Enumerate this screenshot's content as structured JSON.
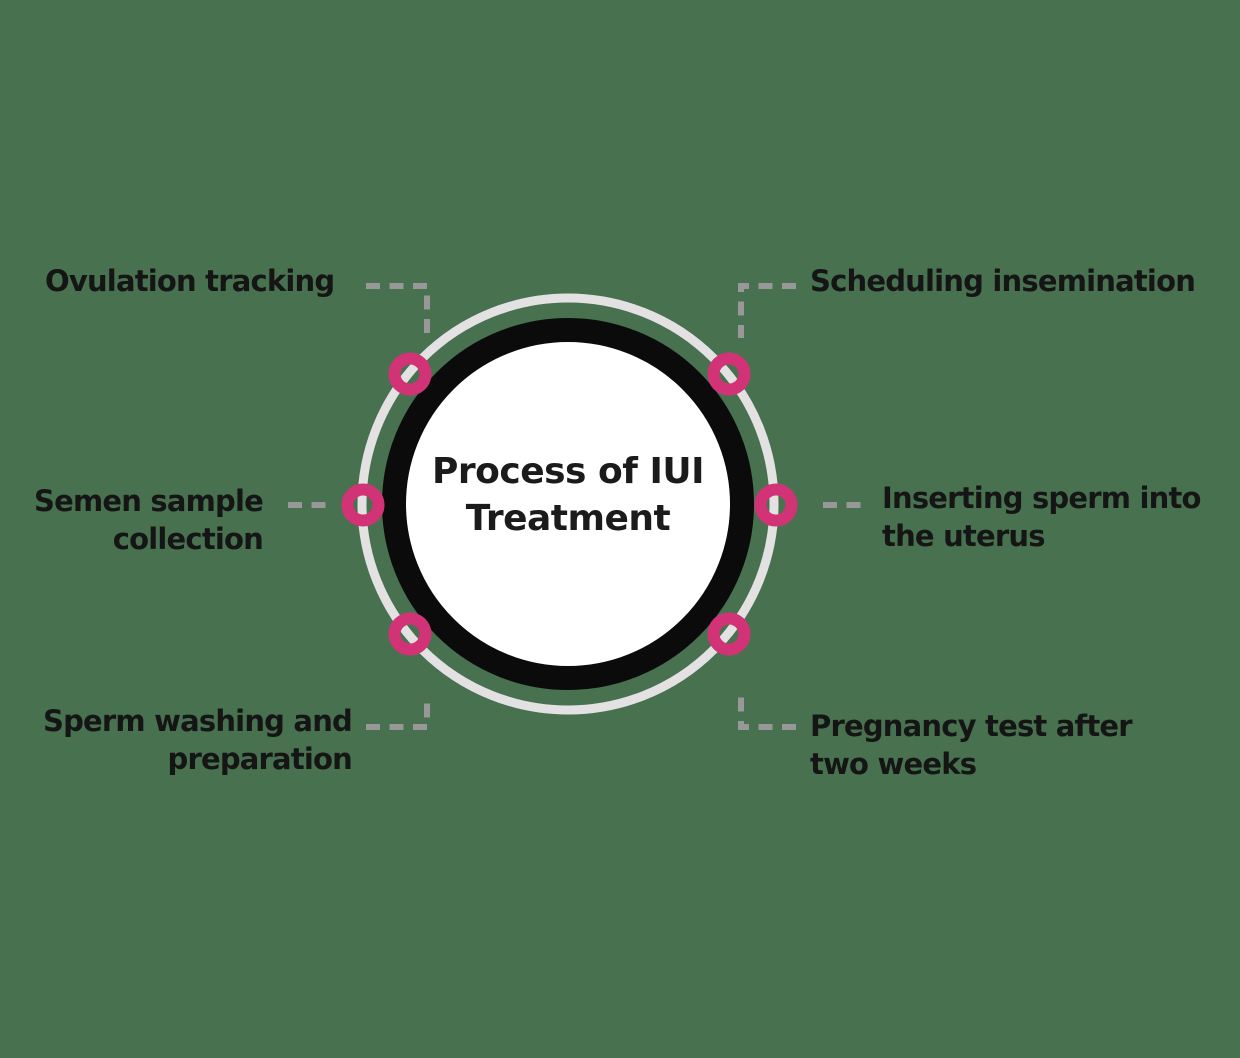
{
  "title": {
    "line1": "Process of",
    "line2": "IUI Treatment"
  },
  "steps": [
    {
      "id": "ovulation-tracking",
      "position": "top-left",
      "lines": [
        "Ovulation tracking"
      ]
    },
    {
      "id": "scheduling-insemination",
      "position": "top-right",
      "lines": [
        "Scheduling insemination"
      ]
    },
    {
      "id": "semen-sample-collection",
      "position": "middle-left",
      "lines": [
        "Semen sample",
        "collection"
      ]
    },
    {
      "id": "inserting-sperm",
      "position": "middle-right",
      "lines": [
        "Inserting sperm into",
        "the uterus"
      ]
    },
    {
      "id": "sperm-washing",
      "position": "bottom-left",
      "lines": [
        "Sperm washing and",
        "preparation"
      ]
    },
    {
      "id": "pregnancy-test",
      "position": "bottom-right",
      "lines": [
        "Pregnancy test after",
        "two weeks"
      ]
    }
  ],
  "colors": {
    "background": "#487150",
    "node_pink": "#D23377",
    "outer_ring_gray": "#E3E1E1",
    "connector_gray": "#989898",
    "core_ring_black": "#0B0B0B",
    "core_fill_white": "#FFFFFF",
    "text": "#151515"
  }
}
